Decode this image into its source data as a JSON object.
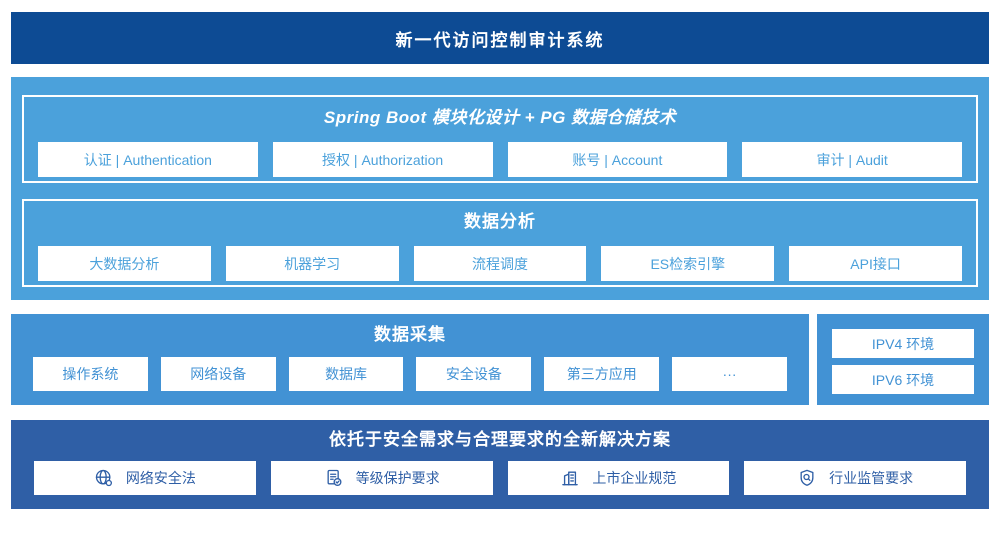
{
  "banner": {
    "title": "新一代访问控制审计系统"
  },
  "colors": {
    "banner_navy": "#0D4B94",
    "platform_sky_blue": "#4BA1DB",
    "collection_blue": "#4292D4",
    "solution_deep_blue": "#2F5FA6",
    "card_white": "#FFFFFF"
  },
  "platform": {
    "spring": {
      "title": "Spring Boot 模块化设计 + PG 数据仓储技术",
      "items": [
        "认证 | Authentication",
        "授权 | Authorization",
        "账号 | Account",
        "审计 | Audit"
      ]
    },
    "analysis": {
      "title": "数据分析",
      "items": [
        "大数据分析",
        "机器学习",
        "流程调度",
        "ES检索引擎",
        "API接口"
      ]
    }
  },
  "collection": {
    "title": "数据采集",
    "items": [
      "操作系统",
      "网络设备",
      "数据库",
      "安全设备",
      "第三方应用",
      "···"
    ]
  },
  "environment": {
    "items": [
      "IPV4 环境",
      "IPV6 环境"
    ]
  },
  "solution": {
    "title": "依托于安全需求与合理要求的全新解决方案",
    "items": [
      {
        "icon": "globe-icon",
        "label": "网络安全法"
      },
      {
        "icon": "document-check-icon",
        "label": "等级保护要求"
      },
      {
        "icon": "building-icon",
        "label": "上市企业规范"
      },
      {
        "icon": "shield-search-icon",
        "label": "行业监管要求"
      }
    ]
  }
}
